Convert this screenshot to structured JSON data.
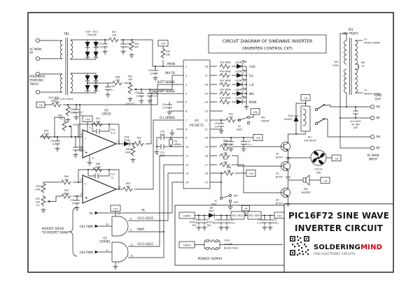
{
  "header": {
    "line1": "CIRCUIT DIAGRAM OF SINEWAVE INVERTER",
    "line2": "(INVERTER CONTROL CKT)"
  },
  "common": {
    "p5": "+5V",
    "pb": "+B",
    "minus": "-",
    "plus": "+"
  },
  "tb1": {
    "ref": "TB1",
    "ac": [
      "AC MAIN",
      "I/P"
    ],
    "rating": "0-9V 50mA",
    "d": [
      "D19 - D22",
      "1N4148"
    ],
    "r57": [
      "R57",
      "10K"
    ],
    "c37": [
      "C37",
      "0.1u"
    ],
    "c36": [
      "C36",
      "47u"
    ],
    "r56": [
      "R56",
      "4K7"
    ]
  },
  "fb": {
    "text": [
      "FEED BACK",
      "FROM INV",
      "TRAFO"
    ],
    "d": [
      "D23-D26",
      "4007"
    ],
    "c40": [
      "C40",
      "1u"
    ],
    "r58": [
      "R58",
      "10K"
    ],
    "vr1": [
      "VR1",
      "10K"
    ],
    "set": "O/P SET",
    "c39": [
      "C39",
      "1u"
    ],
    "c38": [
      "C38",
      "0.1u"
    ]
  },
  "mcu": {
    "ref": "U4",
    "part": "PIC16F72",
    "pl": [
      "1",
      "2",
      "3",
      "4",
      "5",
      "6",
      "7",
      "8",
      "9",
      "10",
      "11",
      "12",
      "13",
      "14"
    ],
    "pr": [
      "28",
      "27",
      "26",
      "25",
      "24",
      "23",
      "22",
      "21",
      "20",
      "19",
      "18",
      "17",
      "16",
      "15"
    ],
    "main": "MAIN",
    "invfb": "INV FB",
    "batt": "BATT-SENSE",
    "chgamp": "CHG-AMP SENSE",
    "ol": "O.L SENSE",
    "r45": [
      "R45",
      "10K"
    ],
    "c26": [
      "C26",
      "1u"
    ],
    "c29": [
      "C29",
      "27u"
    ],
    "c30": [
      "C30",
      "33pF"
    ],
    "c31": [
      "C31",
      "33pF"
    ],
    "xtl": [
      "XTL",
      "16MHz"
    ]
  },
  "op1": {
    "u5": [
      "U5",
      "LM324"
    ],
    "r55": [
      "R55",
      "100K"
    ],
    "r54": [
      "R54",
      "33K"
    ],
    "c47": [
      "C47",
      "47u"
    ],
    "r53": [
      "R53",
      "47K"
    ],
    "c34": [
      "C34",
      "0.1u"
    ],
    "vr3": [
      "VR3",
      "1K"
    ],
    "chg": "CHG",
    "r34": [
      "R34",
      "220E"
    ],
    "c32": [
      "C32",
      "1u"
    ],
    "c33": [
      "C33",
      "0.01u"
    ],
    "d28": [
      "D28",
      "4148"
    ],
    "r52": [
      "R52",
      "1K"
    ],
    "r65": [
      "R65",
      "100K"
    ],
    "p_inv": "9",
    "p_nin": "10",
    "p_out": "8",
    "p_v": "4",
    "p_g": "11"
  },
  "op2": {
    "r48": [
      "R48",
      "330K"
    ],
    "r49": [
      "R49",
      "2K2"
    ],
    "r33": [
      "R33",
      "100E"
    ],
    "vr2": [
      "VR2",
      "10K"
    ],
    "ol": "O.L",
    "r50": [
      "R50",
      "680E"
    ],
    "c27": [
      "C27",
      "1u"
    ],
    "c28": [
      "C28",
      "1u"
    ],
    "r63": [
      "R63",
      "4K7"
    ],
    "p_inv": "13",
    "p_nin": "12",
    "p_out": "14"
  },
  "leds": {
    "rows": [
      {
        "r": "R39 680E",
        "led": "LED1",
        "sig": "CHG"
      },
      {
        "r": "R40 680E",
        "led": "LED2",
        "sig": "O.L"
      },
      {
        "r": "R41 680E",
        "led": "LED3",
        "sig": "L.B"
      },
      {
        "r": "R42 680E",
        "led": "LED4",
        "sig": "INV"
      },
      {
        "r": "R43 680E",
        "led": "LED5",
        "sig": "MAIN"
      }
    ]
  },
  "ctrl": {
    "c25": [
      "C25",
      "10u"
    ],
    "r31": [
      "R31",
      "2K2"
    ],
    "s2": [
      "S2",
      "SPDT"
    ],
    "onoff": [
      "INV",
      "ON/OFF"
    ],
    "c24": [
      "C24",
      "100u"
    ],
    "c23": [
      "C23",
      "0.1u"
    ],
    "r30": [
      "R30",
      "2K2"
    ],
    "r36": [
      "R36",
      "2K2"
    ],
    "r35": [
      "R35",
      "2K2"
    ],
    "r38": [
      "R38",
      "2K2"
    ],
    "s1": [
      "S1",
      "SPDT"
    ],
    "inv": "INV",
    "ups": "UPS"
  },
  "logic": {
    "u3": [
      "U3",
      "CD4081"
    ],
    "hl": "HL",
    "ch1": "CH-1 LOGIC",
    "ch2": "CH-2 LOGIC",
    "pwm": "PWM",
    "ch1pwm": "CH1 PWM",
    "ch2pwm": "CH2 PWM",
    "drive": [
      "MOSFET DRIVE",
      "TO MOSFET BANK"
    ],
    "p14": "14",
    "p8": "8",
    "p9": "9",
    "p10": "10",
    "p11": "11",
    "p12": "12",
    "p13": "13",
    "p7": "7"
  },
  "out": {
    "d18": [
      "D18",
      "1N4007"
    ],
    "rl1": [
      "RL1",
      "30A RELAY"
    ],
    "q2": [
      "Q2",
      "BC547"
    ],
    "q3": [
      "Q3",
      "BC547"
    ],
    "q4": [
      "Q4",
      "BC547"
    ],
    "fan": [
      "12V DC",
      "FAN"
    ],
    "pb1": [
      "PB1",
      "BUZZER"
    ],
    "cap": [
      "2uF 400V",
      "AC FAN",
      "CAP"
    ]
  },
  "tr1": {
    "ref": [
      "TR1",
      "INV TRAFO"
    ],
    "sec": [
      "SEC",
      "230V"
    ],
    "pri": [
      "PRI",
      "7V"
    ],
    "mb": [
      "TO",
      "MOSFET BANK"
    ],
    "load": [
      "LOAD",
      "OUT"
    ],
    "ph": "PH",
    "nt": "NT",
    "acin": [
      "AC MAIN",
      "INPUT"
    ]
  },
  "psu": {
    "bat1": "+BAT1",
    "bat2": "+BAT2",
    "d6": [
      "D6",
      "4007"
    ],
    "rg1": "RG1 7812",
    "rg2": "RG2 7805",
    "c3": [
      "C3",
      "4700u",
      "35V"
    ],
    "c5": [
      "C5",
      "4700u",
      "35V"
    ],
    "c18": [
      "C18",
      "100u"
    ],
    "c20": [
      "C20",
      "100u"
    ],
    "c19": [
      "C19",
      "0.1u"
    ],
    "c21": [
      "C21",
      "100u"
    ],
    "fuse": [
      "F1/F2",
      "40-AMP",
      "BLADE FUSE"
    ],
    "title": "POWER SUPPLY"
  },
  "brand": {
    "t1": "PIC16F72 SINE WAVE",
    "t2": "INVERTER CIRCUIT",
    "b1": "SOLDERING",
    "b2": "MIND",
    "tag": "FREE ELECTRONIC CIRCUITS",
    "red": "#d7000f"
  }
}
